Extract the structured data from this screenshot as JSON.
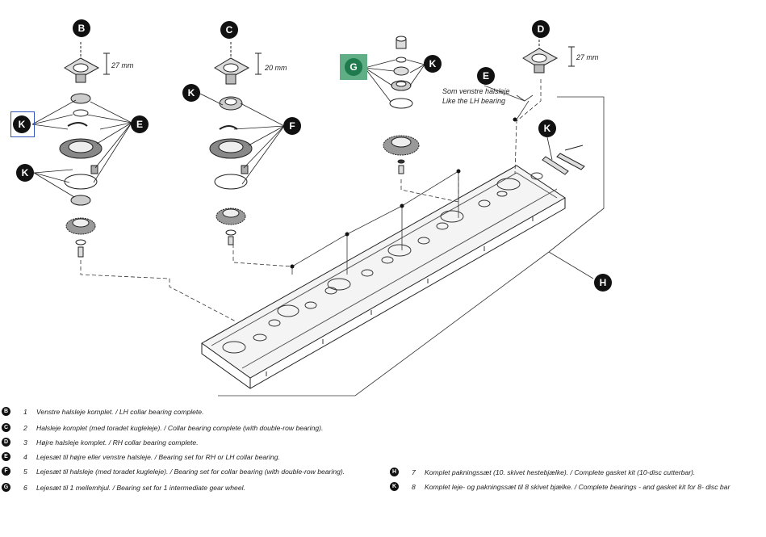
{
  "callouts": {
    "b": "B",
    "c": "C",
    "d": "D",
    "g": "G",
    "h": "H",
    "e_top": "E",
    "e_right": "E",
    "f": "F",
    "k_left_upper": "K",
    "k_left_lower": "K",
    "k_middle": "K",
    "k_right_top": "K",
    "k_right": "K"
  },
  "dimensions": {
    "b": "27 mm",
    "c": "20 mm",
    "d": "27 mm"
  },
  "note": {
    "line1": "Som venstre halsleje",
    "line2": "Like the LH bearing"
  },
  "legend_left": [
    {
      "badge": "B",
      "num": "1",
      "text": "Venstre halsleje komplet. / LH collar bearing complete."
    },
    {
      "badge": "C",
      "num": "2",
      "text": "Halsleje komplet (med toradet kugleleje). / Collar bearing complete (with double-row bearing)."
    },
    {
      "badge": "D",
      "num": "3",
      "text": "Højre halsleje komplet. / RH collar bearing complete."
    },
    {
      "badge": "E",
      "num": "4",
      "text": "Lejesæt til højre eller venstre halsleje. / Bearing set for RH or LH collar bearing."
    },
    {
      "badge": "F",
      "num": "5",
      "text": "Lejesæt til halsleje (med toradet kugleleje). / Bearing set for collar bearing (with double-row bearing)."
    },
    {
      "badge": "G",
      "num": "6",
      "text": "Lejesæt til 1 mellemhjul. / Bearing set for 1 intermediate gear wheel."
    }
  ],
  "legend_right": [
    {
      "badge": "H",
      "num": "7",
      "text": "Komplet pakningssæt (10. skivet hestebjælke). / Complete gasket kit (10-disc cutterbar)."
    },
    {
      "badge": "K",
      "num": "8",
      "text": "Komplet leje- og pakningssæt til 8 skivet bjælke. / Complete bearings - and gasket kit for 8- disc bar"
    }
  ]
}
